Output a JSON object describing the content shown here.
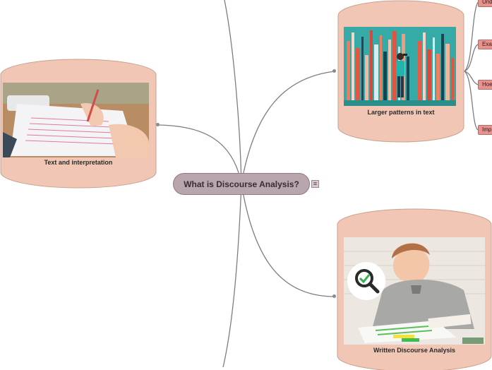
{
  "central": {
    "label": "What is Discourse Analysis?"
  },
  "topics": {
    "larger_patterns": {
      "caption": "Larger patterns in text"
    },
    "text_interp": {
      "caption": "Text and interpretation"
    },
    "written": {
      "caption": "Written Discourse Analysis"
    }
  },
  "subtopics": [
    {
      "label": "Und"
    },
    {
      "label": "Exa"
    },
    {
      "label": "Hoe"
    },
    {
      "label": "Imp"
    }
  ],
  "colors": {
    "topic_fill": "#f1c6b4",
    "topic_stroke": "#caa090",
    "central_fill": "#b9a5ae",
    "subtopic_fill": "#e8928e",
    "link": "#7a7a7a"
  }
}
